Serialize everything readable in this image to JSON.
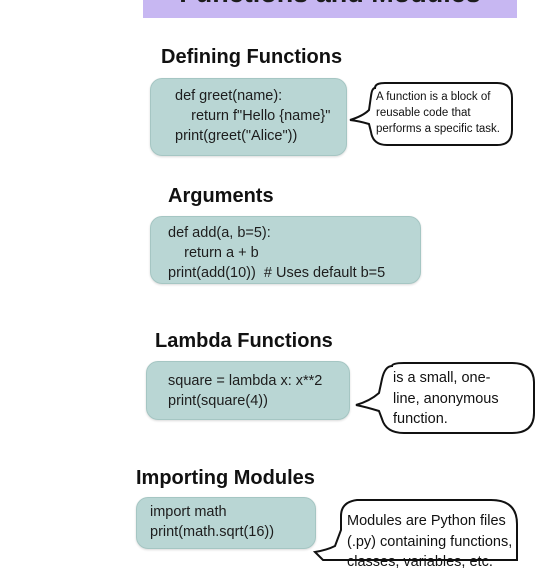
{
  "title": "Functions and Modules",
  "sections": [
    {
      "heading": "Defining Functions",
      "code": [
        "def greet(name):",
        "    return f\"Hello {name}\"",
        "print(greet(\"Alice\"))"
      ],
      "note": "A function is a block of\nreusable code that\nperforms a specific task."
    },
    {
      "heading": "Arguments",
      "code": [
        "def add(a, b=5):",
        "    return a + b",
        "print(add(10))  # Uses default b=5"
      ]
    },
    {
      "heading": "Lambda Functions",
      "code": [
        "square = lambda x: x**2",
        "print(square(4))"
      ],
      "note": " is a small, one-\nline, anonymous\nfunction."
    },
    {
      "heading": "Importing Modules",
      "code": [
        "import math",
        "print(math.sqrt(16))"
      ],
      "note": "Modules are Python files\n(.py) containing functions,\nclasses, variables, etc."
    }
  ],
  "colors": {
    "banner": "#c7b7f2",
    "code_box": "#b9d6d4",
    "bubble_stroke": "#111111"
  }
}
